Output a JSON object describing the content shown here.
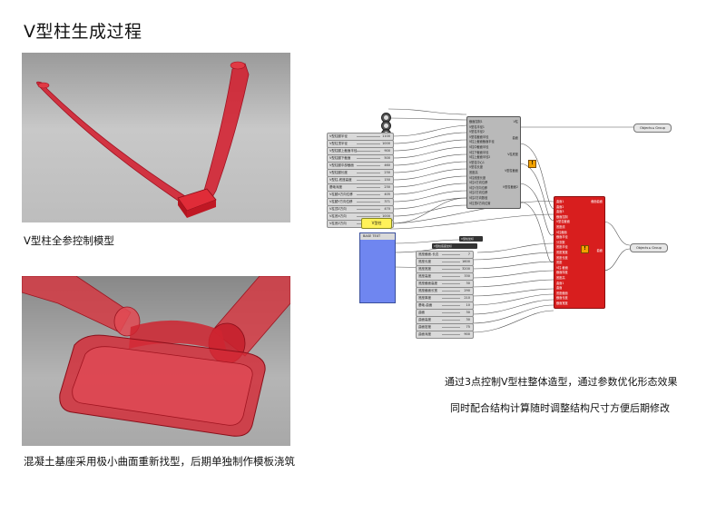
{
  "title": "V型柱生成过程",
  "captions": {
    "model": "V型柱全参控制模型",
    "base": "混凝土基座采用极小曲面重新找型，后期单独制作模板浇筑",
    "desc1": "通过3点控制V型柱整体造型，通过参数优化形态效果",
    "desc2": "同时配合结构计算随时调整结构尺寸方便后期修改"
  },
  "colors": {
    "model_red": "#d41a2a",
    "gh_red": "#d81e1e",
    "panel_grey": "#bdbdbd",
    "list_blue": "#6f86f0",
    "toggle_yellow": "#fff25a"
  },
  "gh": {
    "sliders_top": [
      {
        "label": "V型柱腿半径",
        "value": "1100"
      },
      {
        "label": "V型柱顶半径",
        "value": "1000"
      },
      {
        "label": "V型柱腿上截面半径",
        "value": "900"
      },
      {
        "label": "V型柱腿下截面",
        "value": "500"
      },
      {
        "label": "V型柱腿中部截面",
        "value": "460"
      },
      {
        "label": "V型柱腿长度",
        "value": "230"
      },
      {
        "label": "V型柱-底座高度",
        "value": "150"
      },
      {
        "label": "基础深度",
        "value": "230"
      },
      {
        "label": "V柱腿X方向位移",
        "value": "405"
      },
      {
        "label": "V柱腿Y方向位移",
        "value": "371"
      },
      {
        "label": "V柱顶Z方向",
        "value": "470"
      },
      {
        "label": "V柱底X方向",
        "value": "1000"
      },
      {
        "label": "V柱底Z方向",
        "value": "6000"
      }
    ],
    "node1_inputs": [
      "截面控制1",
      "V型柱半径1",
      "V型柱半径2",
      "V型柱截面半径",
      "V柱上截面截面半径",
      "V柱中截面半径",
      "V柱下截面半径",
      "V柱上截面半径2",
      "V型柱中心1",
      "V型柱长度",
      "底座高",
      "V柱底座长度",
      "V柱X方向位移",
      "V柱Y方向位移",
      "V柱Z方向位移",
      "V柱Z方向数值",
      "V柱顶Z方向位置"
    ],
    "node1_outputs": [
      "V柱",
      "曲面",
      "V柱底座",
      "V型柱截面",
      "V型柱截面2"
    ],
    "toggle_label": "V型柱",
    "list_label": "BASE TEXT",
    "panel_small": [
      "V型柱坐标",
      "V型柱底座坐标"
    ],
    "sliders_bottom": [
      {
        "label": "底座截面-长边",
        "value": "7"
      },
      {
        "label": "底座长度",
        "value": "1600"
      },
      {
        "label": "底座宽度",
        "value": "3200"
      },
      {
        "label": "底座高度",
        "value": "330"
      },
      {
        "label": "底座截面高度",
        "value": "30"
      },
      {
        "label": "底座截面长宽",
        "value": "290"
      },
      {
        "label": "底座厚度",
        "value": "210"
      },
      {
        "label": "基础-曲面",
        "value": "10"
      },
      {
        "label": "曲面",
        "value": "30"
      },
      {
        "label": "曲面高度",
        "value": "30"
      },
      {
        "label": "曲面密度",
        "value": "75"
      },
      {
        "label": "曲面深度",
        "value": "900"
      }
    ],
    "node2_inputs": [
      "曲面1",
      "曲面2",
      "曲面3",
      "截面控制",
      "V型柱截面",
      "底座线",
      "V柱截面",
      "截面半径",
      "分割数",
      "底座半径",
      "底座宽度",
      "底座长度",
      "底座",
      "V柱-截面",
      "截面厚度",
      "底座高",
      "曲面1",
      "曲面",
      "底座截面",
      "截面长度",
      "截面宽度"
    ],
    "node2_outputs": [
      "截面曲面",
      "曲面"
    ],
    "objects_label": "Objects",
    "group_label": "Group"
  }
}
